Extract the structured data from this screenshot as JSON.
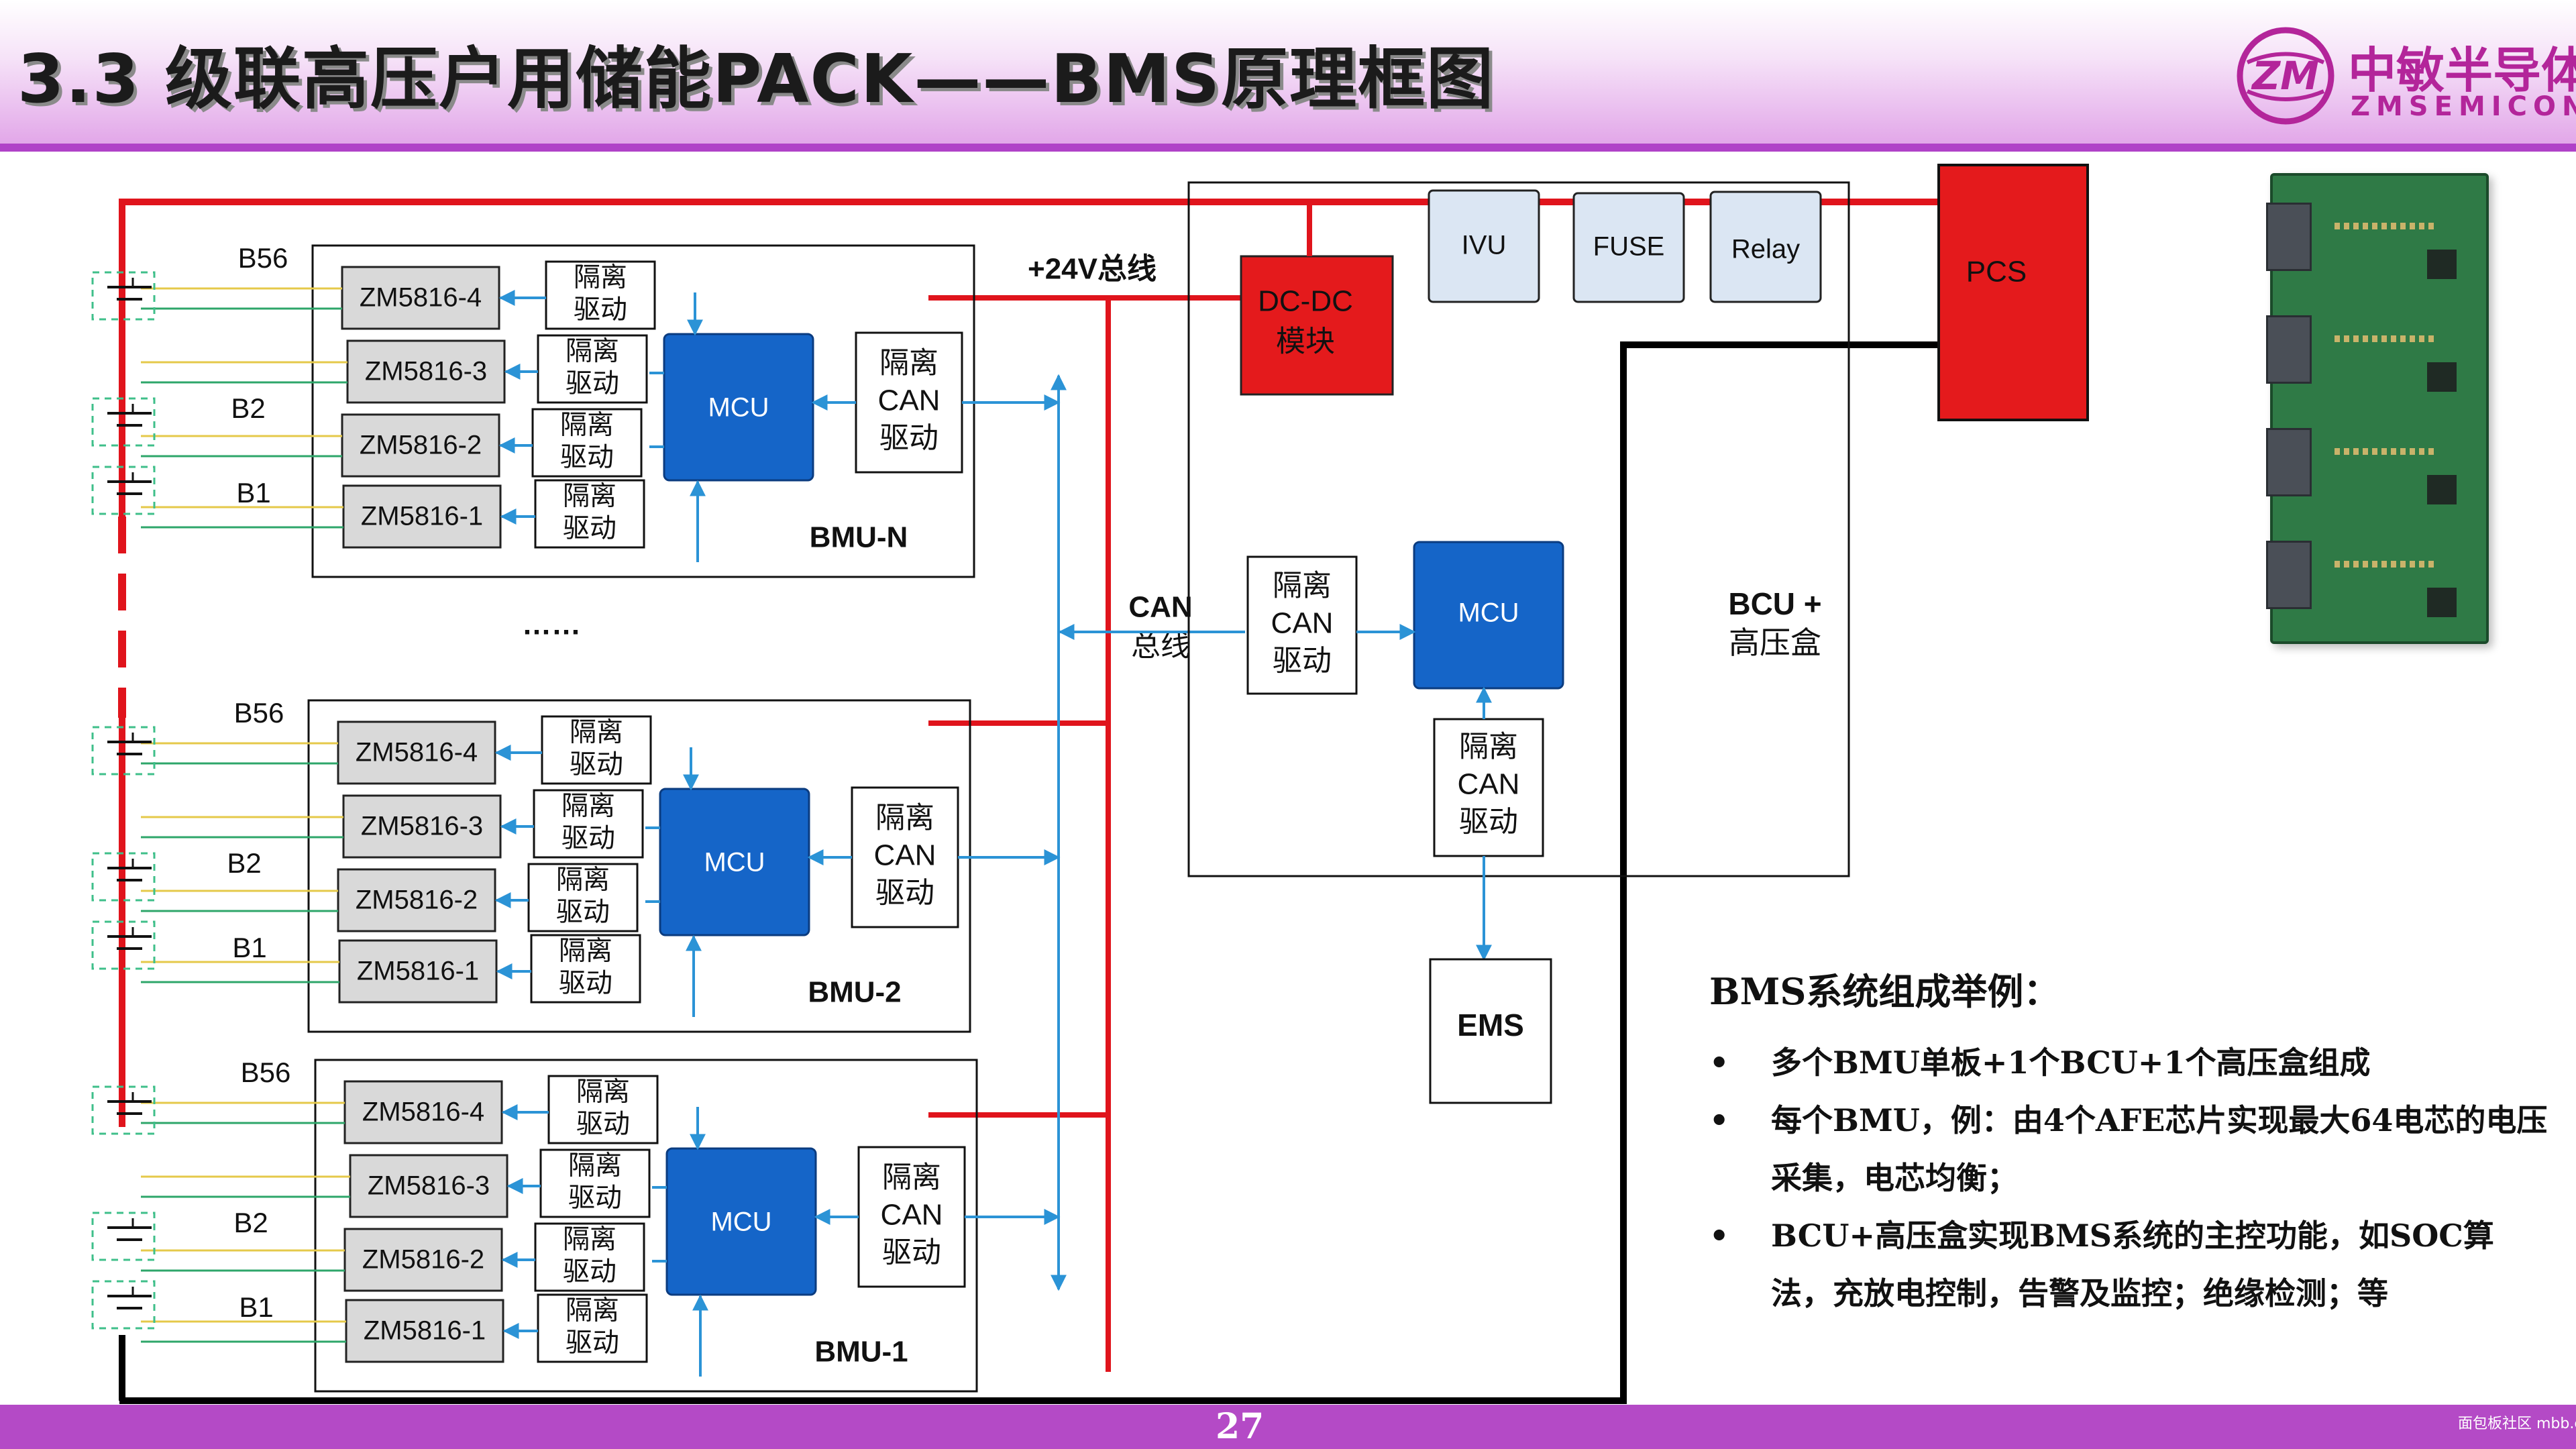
{
  "header": {
    "title": "3.3 级联高压户用储能PACK——BMS原理框图",
    "logo_cn": "中敏半导体",
    "logo_en": "ZMSEMICON",
    "logo_mark": "ZM"
  },
  "diagram": {
    "bmu_groups": [
      {
        "name": "BMU-N",
        "labels": {
          "b56": "B56",
          "b2": "B2",
          "b1": "B1"
        },
        "afe": [
          "ZM5816-4",
          "ZM5816-3",
          "ZM5816-2",
          "ZM5816-1"
        ],
        "iso_driver": "隔离\n驱动",
        "mcu": "MCU",
        "can_iso": "隔离\nCAN\n驱动"
      },
      {
        "name": "BMU-2",
        "labels": {
          "b56": "B56",
          "b2": "B2",
          "b1": "B1"
        },
        "afe": [
          "ZM5816-4",
          "ZM5816-3",
          "ZM5816-2",
          "ZM5816-1"
        ],
        "iso_driver": "隔离\n驱动",
        "mcu": "MCU",
        "can_iso": "隔离\nCAN\n驱动"
      },
      {
        "name": "BMU-1",
        "labels": {
          "b56": "B56",
          "b2": "B2",
          "b1": "B1"
        },
        "afe": [
          "ZM5816-4",
          "ZM5816-3",
          "ZM5816-2",
          "ZM5816-1"
        ],
        "iso_driver": "隔离\n驱动",
        "mcu": "MCU",
        "can_iso": "隔离\nCAN\n驱动"
      }
    ],
    "ellipsis": "……",
    "bus_24v": "+24V总线",
    "can_bus_1": "CAN",
    "can_bus_2": "总线",
    "bcu": {
      "label_1": "BCU +",
      "label_2": "高压盒",
      "dcdc_1": "DC-DC",
      "dcdc_2": "模块",
      "ivu": "IVU",
      "fuse": "FUSE",
      "relay": "Relay",
      "mcu": "MCU",
      "can_iso_left": "隔离\nCAN\n驱动",
      "can_iso_bottom": "隔离\nCAN\n驱动"
    },
    "pcs": "PCS",
    "ems": "EMS"
  },
  "notes": {
    "heading": "BMS系统组成举例：",
    "bullet_symbol": "•",
    "items": [
      "多个BMU单板+1个BCU+1个高压盒组成",
      "每个BMU，例：由4个AFE芯片实现最大64电芯的电压采集，电芯均衡；",
      "BCU+高压盒实现BMS系统的主控功能，如SOC算法，充放电控制，告警及监控；绝缘检测；等"
    ]
  },
  "footer": {
    "page_number": "27",
    "watermark": "面包板社区 mbb.eet-china.com"
  },
  "colors": {
    "accent": "#b044c6",
    "power_line": "#e0141c",
    "mcu": "#1565c8",
    "can_line": "#2b93d6",
    "afe_fill": "#d9d9d9",
    "bcu_small": "#dbe6f3",
    "dcdc": "#e41a1c"
  }
}
